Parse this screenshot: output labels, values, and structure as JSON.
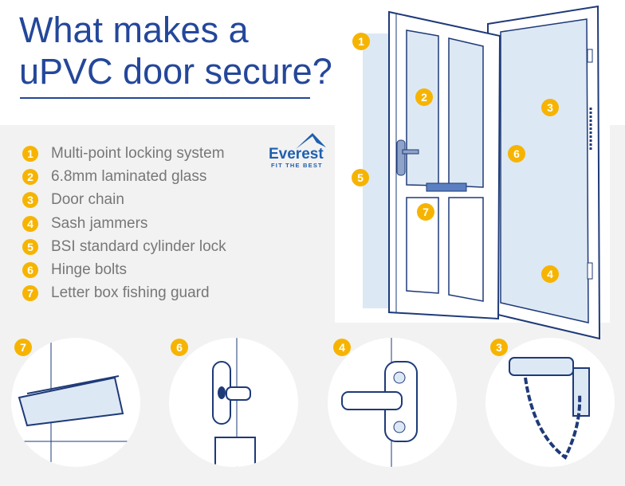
{
  "title": {
    "line1": "What makes a",
    "line2": "uPVC door secure?"
  },
  "logo": {
    "name": "Everest",
    "tagline": "FIT THE BEST"
  },
  "features": [
    {
      "num": "1",
      "label": "Multi-point locking system"
    },
    {
      "num": "2",
      "label": "6.8mm laminated glass"
    },
    {
      "num": "3",
      "label": "Door chain"
    },
    {
      "num": "4",
      "label": "Sash jammers"
    },
    {
      "num": "5",
      "label": "BSI standard cylinder lock"
    },
    {
      "num": "6",
      "label": "Hinge bolts"
    },
    {
      "num": "7",
      "label": "Letter box fishing guard"
    }
  ],
  "details": [
    {
      "num": "7"
    },
    {
      "num": "6"
    },
    {
      "num": "4"
    },
    {
      "num": "3"
    }
  ],
  "colors": {
    "title": "#24479a",
    "badge": "#f6b400",
    "line": "#1e3a78",
    "glass": "#dde8f5"
  }
}
